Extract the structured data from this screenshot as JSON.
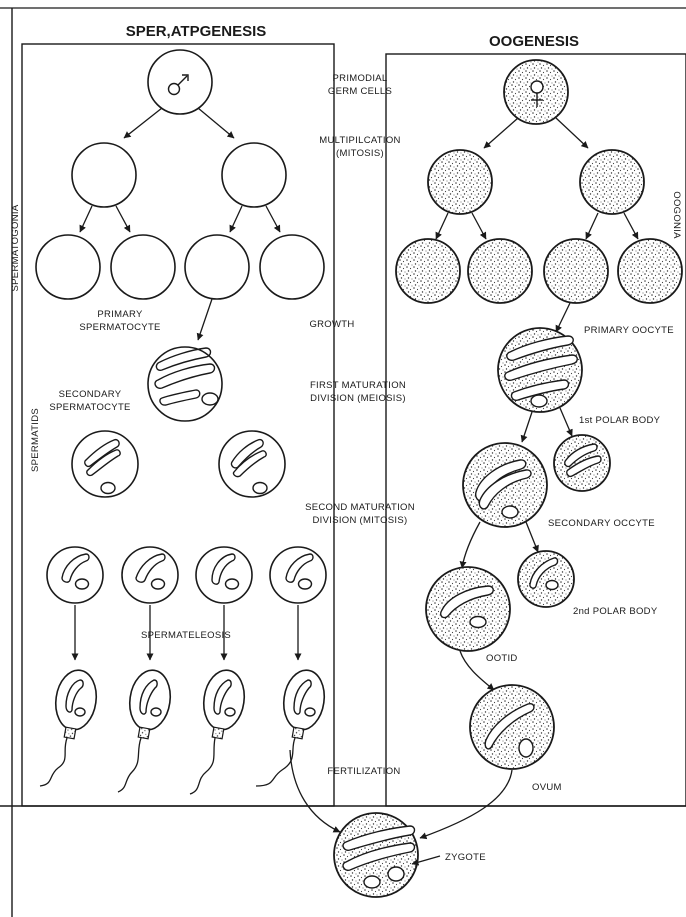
{
  "titles": {
    "left": "SPER,ATPGENESIS",
    "right": "OOGENESIS"
  },
  "center_labels": {
    "primordial_1": "PRIMODIAL",
    "primordial_2": "GERM CELLS",
    "multiplication_1": "MULTIPILCATION",
    "multiplication_2": "(MITOSIS)",
    "growth": "GROWTH",
    "first_maturation_1": "FIRST MATURATION",
    "first_maturation_2": "DIVISION (MEIOSIS)",
    "second_maturation_1": "SECOND MATURATION",
    "second_maturation_2": "DIVISION (MITOSIS)",
    "fertilization": "FERTILIZATION"
  },
  "left_labels": {
    "spermatogonia": "SPERMATOGONIA",
    "primary_spermatocyte_1": "PRIMARY",
    "primary_spermatocyte_2": "SPERMATOCYTE",
    "secondary_spermatocyte_1": "SECONDARY",
    "secondary_spermatocyte_2": "SPERMATOCYTE",
    "spermatids": "SPERMATIDS",
    "spermateleosis": "SPERMATELEOSIS"
  },
  "right_labels": {
    "oogonia": "OOGONIA",
    "primary_oocyte": "PRIMARY OOCYTE",
    "first_polar_body": "1st POLAR BODY",
    "secondary_oocyte": "SECONDARY OCCYTE",
    "second_polar_body": "2nd POLAR BODY",
    "ootid": "OOTID",
    "ovum": "OVUM"
  },
  "bottom_labels": {
    "zygote": "ZYGOTE"
  },
  "symbols": {
    "male": "male-symbol-icon",
    "female": "female-symbol-icon"
  }
}
